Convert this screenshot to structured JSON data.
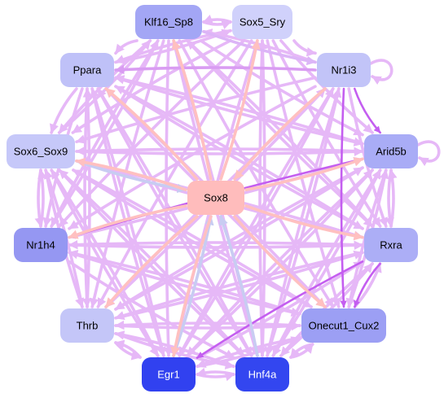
{
  "nodes": [
    {
      "id": "klf16",
      "label": "Klf16_Sp8",
      "fill": "#a3a6f5",
      "text": "#000000"
    },
    {
      "id": "sox5",
      "label": "Sox5_Sry",
      "fill": "#d0d1fb",
      "text": "#000000"
    },
    {
      "id": "ppara",
      "label": "Ppara",
      "fill": "#bfc1f8",
      "text": "#000000"
    },
    {
      "id": "nr1i3",
      "label": "Nr1i3",
      "fill": "#c2c4f8",
      "text": "#000000"
    },
    {
      "id": "sox6",
      "label": "Sox6_Sox9",
      "fill": "#c6c8f9",
      "text": "#000000"
    },
    {
      "id": "arid5b",
      "label": "Arid5b",
      "fill": "#a9acf6",
      "text": "#000000"
    },
    {
      "id": "sox8",
      "label": "Sox8",
      "fill": "#ffbcbc",
      "text": "#000000"
    },
    {
      "id": "nr1h4",
      "label": "Nr1h4",
      "fill": "#9597f2",
      "text": "#000000"
    },
    {
      "id": "rxra",
      "label": "Rxra",
      "fill": "#acaef6",
      "text": "#000000"
    },
    {
      "id": "thrb",
      "label": "Thrb",
      "fill": "#c4c6f8",
      "text": "#000000"
    },
    {
      "id": "onecut",
      "label": "Onecut1_Cux2",
      "fill": "#9c9ff4",
      "text": "#000000"
    },
    {
      "id": "egr1",
      "label": "Egr1",
      "fill": "#3141f0",
      "text": "#ffffff"
    },
    {
      "id": "hnf4a",
      "label": "Hnf4a",
      "fill": "#3346f0",
      "text": "#ffffff"
    }
  ],
  "edges": [
    {
      "from": "klf16",
      "to": "sox5",
      "color": "#e6b8f7"
    },
    {
      "from": "sox5",
      "to": "klf16",
      "color": "#e6b8f7"
    },
    {
      "from": "klf16",
      "to": "nr1i3",
      "color": "#dcb5f7"
    },
    {
      "from": "klf16",
      "to": "ppara",
      "color": "#e6b8f7"
    },
    {
      "from": "klf16",
      "to": "sox6",
      "color": "#e6b8f7"
    },
    {
      "from": "klf16",
      "to": "arid5b",
      "color": "#e6b8f7"
    },
    {
      "from": "klf16",
      "to": "rxra",
      "color": "#e6b8f7"
    },
    {
      "from": "klf16",
      "to": "onecut",
      "color": "#e6b8f7"
    },
    {
      "from": "klf16",
      "to": "thrb",
      "color": "#e6b8f7"
    },
    {
      "from": "klf16",
      "to": "hnf4a",
      "color": "#e6b8f7"
    },
    {
      "from": "klf16",
      "to": "egr1",
      "color": "#e6b8f7"
    },
    {
      "from": "klf16",
      "to": "nr1h4",
      "color": "#e6b8f7"
    },
    {
      "from": "sox5",
      "to": "nr1i3",
      "color": "#e6b8f7"
    },
    {
      "from": "sox5",
      "to": "ppara",
      "color": "#e6b8f7"
    },
    {
      "from": "sox5",
      "to": "sox6",
      "color": "#e6b8f7"
    },
    {
      "from": "sox5",
      "to": "arid5b",
      "color": "#e6b8f7"
    },
    {
      "from": "sox5",
      "to": "rxra",
      "color": "#e6b8f7"
    },
    {
      "from": "sox5",
      "to": "onecut",
      "color": "#e6b8f7"
    },
    {
      "from": "sox5",
      "to": "thrb",
      "color": "#e6b8f7"
    },
    {
      "from": "sox5",
      "to": "hnf4a",
      "color": "#e6b8f7"
    },
    {
      "from": "sox5",
      "to": "egr1",
      "color": "#e6b8f7"
    },
    {
      "from": "sox5",
      "to": "nr1h4",
      "color": "#e6b8f7"
    },
    {
      "from": "nr1i3",
      "to": "nr1i3",
      "color": "#e6b8f7"
    },
    {
      "from": "nr1i3",
      "to": "ppara",
      "color": "#d99cf2"
    },
    {
      "from": "nr1i3",
      "to": "arid5b",
      "color": "#c45ef0"
    },
    {
      "from": "nr1i3",
      "to": "rxra",
      "color": "#e6b8f7"
    },
    {
      "from": "nr1i3",
      "to": "onecut",
      "color": "#c45ef0"
    },
    {
      "from": "nr1i3",
      "to": "sox6",
      "color": "#e6b8f7"
    },
    {
      "from": "nr1i3",
      "to": "nr1h4",
      "color": "#e6b8f7"
    },
    {
      "from": "nr1i3",
      "to": "thrb",
      "color": "#e6b8f7"
    },
    {
      "from": "nr1i3",
      "to": "hnf4a",
      "color": "#e6b8f7"
    },
    {
      "from": "nr1i3",
      "to": "egr1",
      "color": "#e6b8f7"
    },
    {
      "from": "nr1i3",
      "to": "sox8",
      "color": "#ffc0c0"
    },
    {
      "from": "nr1i3",
      "to": "klf16",
      "color": "#e6b8f7"
    },
    {
      "from": "ppara",
      "to": "sox6",
      "color": "#e6b8f7"
    },
    {
      "from": "ppara",
      "to": "arid5b",
      "color": "#e6b8f7"
    },
    {
      "from": "ppara",
      "to": "rxra",
      "color": "#e6b8f7"
    },
    {
      "from": "ppara",
      "to": "onecut",
      "color": "#e6b8f7"
    },
    {
      "from": "ppara",
      "to": "thrb",
      "color": "#e6b8f7"
    },
    {
      "from": "ppara",
      "to": "hnf4a",
      "color": "#e6b8f7"
    },
    {
      "from": "ppara",
      "to": "egr1",
      "color": "#e6b8f7"
    },
    {
      "from": "ppara",
      "to": "nr1h4",
      "color": "#e6b8f7"
    },
    {
      "from": "ppara",
      "to": "sox5",
      "color": "#e6b8f7"
    },
    {
      "from": "sox6",
      "to": "arid5b",
      "color": "#e6b8f7"
    },
    {
      "from": "sox6",
      "to": "rxra",
      "color": "#e6b8f7"
    },
    {
      "from": "sox6",
      "to": "onecut",
      "color": "#e6b8f7"
    },
    {
      "from": "sox6",
      "to": "thrb",
      "color": "#e6b8f7"
    },
    {
      "from": "sox6",
      "to": "hnf4a",
      "color": "#e6b8f7"
    },
    {
      "from": "sox6",
      "to": "egr1",
      "color": "#e6b8f7"
    },
    {
      "from": "sox6",
      "to": "nr1h4",
      "color": "#e6b8f7"
    },
    {
      "from": "sox6",
      "to": "sox8",
      "color": "#c8ccf2"
    },
    {
      "from": "sox6",
      "to": "klf16",
      "color": "#e6b8f7"
    },
    {
      "from": "arid5b",
      "to": "arid5b",
      "color": "#e6b8f7"
    },
    {
      "from": "arid5b",
      "to": "rxra",
      "color": "#e6b8f7"
    },
    {
      "from": "arid5b",
      "to": "onecut",
      "color": "#e6b8f7"
    },
    {
      "from": "arid5b",
      "to": "thrb",
      "color": "#e6b8f7"
    },
    {
      "from": "arid5b",
      "to": "hnf4a",
      "color": "#e6b8f7"
    },
    {
      "from": "arid5b",
      "to": "egr1",
      "color": "#e6b8f7"
    },
    {
      "from": "arid5b",
      "to": "nr1h4",
      "color": "#c45ef0"
    },
    {
      "from": "arid5b",
      "to": "sox6",
      "color": "#e6b8f7"
    },
    {
      "from": "arid5b",
      "to": "ppara",
      "color": "#e6b8f7"
    },
    {
      "from": "rxra",
      "to": "arid5b",
      "color": "#e6b8f7"
    },
    {
      "from": "rxra",
      "to": "onecut",
      "color": "#c45ef0"
    },
    {
      "from": "rxra",
      "to": "thrb",
      "color": "#e6b8f7"
    },
    {
      "from": "rxra",
      "to": "hnf4a",
      "color": "#e6b8f7"
    },
    {
      "from": "rxra",
      "to": "egr1",
      "color": "#c45ef0"
    },
    {
      "from": "rxra",
      "to": "nr1h4",
      "color": "#e6b8f7"
    },
    {
      "from": "rxra",
      "to": "sox6",
      "color": "#e6b8f7"
    },
    {
      "from": "rxra",
      "to": "ppara",
      "color": "#e6b8f7"
    },
    {
      "from": "rxra",
      "to": "klf16",
      "color": "#e6b8f7"
    },
    {
      "from": "thrb",
      "to": "onecut",
      "color": "#e6b8f7"
    },
    {
      "from": "thrb",
      "to": "hnf4a",
      "color": "#e6b8f7"
    },
    {
      "from": "thrb",
      "to": "egr1",
      "color": "#e6b8f7"
    },
    {
      "from": "thrb",
      "to": "arid5b",
      "color": "#e6b8f7"
    },
    {
      "from": "thrb",
      "to": "rxra",
      "color": "#e6b8f7"
    },
    {
      "from": "thrb",
      "to": "sox6",
      "color": "#e6b8f7"
    },
    {
      "from": "thrb",
      "to": "ppara",
      "color": "#e6b8f7"
    },
    {
      "from": "thrb",
      "to": "nr1i3",
      "color": "#e6b8f7"
    },
    {
      "from": "onecut",
      "to": "rxra",
      "color": "#e6b8f7"
    },
    {
      "from": "onecut",
      "to": "arid5b",
      "color": "#e6b8f7"
    },
    {
      "from": "onecut",
      "to": "hnf4a",
      "color": "#e6b8f7"
    },
    {
      "from": "onecut",
      "to": "egr1",
      "color": "#e6b8f7"
    },
    {
      "from": "onecut",
      "to": "thrb",
      "color": "#e6b8f7"
    },
    {
      "from": "onecut",
      "to": "sox6",
      "color": "#e6b8f7"
    },
    {
      "from": "onecut",
      "to": "ppara",
      "color": "#e6b8f7"
    },
    {
      "from": "onecut",
      "to": "nr1h4",
      "color": "#e6b8f7"
    },
    {
      "from": "egr1",
      "to": "hnf4a",
      "color": "#e6b8f7"
    },
    {
      "from": "hnf4a",
      "to": "egr1",
      "color": "#e6b8f7"
    },
    {
      "from": "egr1",
      "to": "onecut",
      "color": "#e6b8f7"
    },
    {
      "from": "egr1",
      "to": "rxra",
      "color": "#e6b8f7"
    },
    {
      "from": "egr1",
      "to": "arid5b",
      "color": "#e6b8f7"
    },
    {
      "from": "egr1",
      "to": "thrb",
      "color": "#e6b8f7"
    },
    {
      "from": "egr1",
      "to": "sox6",
      "color": "#e6b8f7"
    },
    {
      "from": "egr1",
      "to": "ppara",
      "color": "#e6b8f7"
    },
    {
      "from": "egr1",
      "to": "sox8",
      "color": "#c8ccf2"
    },
    {
      "from": "egr1",
      "to": "nr1i3",
      "color": "#e6b8f7"
    },
    {
      "from": "hnf4a",
      "to": "onecut",
      "color": "#e6b8f7"
    },
    {
      "from": "hnf4a",
      "to": "rxra",
      "color": "#e6b8f7"
    },
    {
      "from": "hnf4a",
      "to": "arid5b",
      "color": "#e6b8f7"
    },
    {
      "from": "hnf4a",
      "to": "thrb",
      "color": "#e6b8f7"
    },
    {
      "from": "hnf4a",
      "to": "sox6",
      "color": "#e6b8f7"
    },
    {
      "from": "hnf4a",
      "to": "ppara",
      "color": "#e6b8f7"
    },
    {
      "from": "hnf4a",
      "to": "sox8",
      "color": "#c8ccf2"
    },
    {
      "from": "hnf4a",
      "to": "nr1i3",
      "color": "#e6b8f7"
    },
    {
      "from": "hnf4a",
      "to": "klf16",
      "color": "#e6b8f7"
    },
    {
      "from": "hnf4a",
      "to": "sox5",
      "color": "#e6b8f7"
    },
    {
      "from": "nr1h4",
      "to": "sox6",
      "color": "#e6b8f7"
    },
    {
      "from": "nr1h4",
      "to": "klf16",
      "color": "#e6b8f7"
    },
    {
      "from": "nr1h4",
      "to": "arid5b",
      "color": "#e6b8f7"
    },
    {
      "from": "nr1h4",
      "to": "rxra",
      "color": "#e6b8f7"
    },
    {
      "from": "nr1h4",
      "to": "onecut",
      "color": "#e6b8f7"
    },
    {
      "from": "nr1h4",
      "to": "hnf4a",
      "color": "#e6b8f7"
    },
    {
      "from": "sox8",
      "to": "sox5",
      "color": "#ffc0c0"
    },
    {
      "from": "sox8",
      "to": "klf16",
      "color": "#ffc0c0"
    },
    {
      "from": "sox8",
      "to": "ppara",
      "color": "#ffc0c0"
    },
    {
      "from": "sox8",
      "to": "arid5b",
      "color": "#ffc0c0"
    },
    {
      "from": "sox8",
      "to": "rxra",
      "color": "#ffc0c0"
    },
    {
      "from": "sox8",
      "to": "onecut",
      "color": "#ffc0c0"
    },
    {
      "from": "sox8",
      "to": "thrb",
      "color": "#ffc0c0"
    },
    {
      "from": "sox8",
      "to": "egr1",
      "color": "#ffc0c0"
    },
    {
      "from": "sox8",
      "to": "nr1h4",
      "color": "#ffc0c0"
    },
    {
      "from": "sox8",
      "to": "sox6",
      "color": "#ffc0c0"
    }
  ]
}
